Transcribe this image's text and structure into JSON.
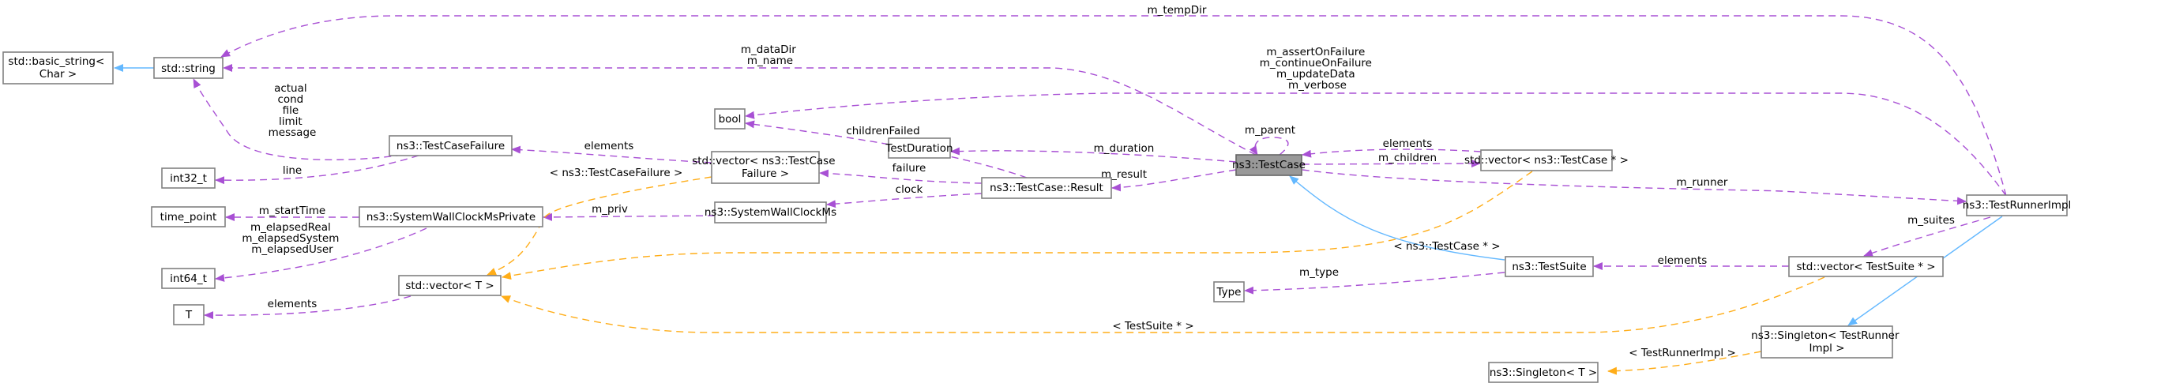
{
  "title": "ns3::TestCase collaboration diagram",
  "colors": {
    "member_edge": "#9A32CD",
    "template_edge": "#FFA500",
    "inheritance_edge": "#63B8FF",
    "node_border": "#808080",
    "highlight_fill": "#999999"
  },
  "nodes": {
    "basic_string": [
      "std::basic_string<",
      "Char >"
    ],
    "string": [
      "std::string"
    ],
    "bool": [
      "bool"
    ],
    "test_case_failure": [
      "ns3::TestCaseFailure"
    ],
    "int32": [
      "int32_t"
    ],
    "vector_failure": [
      "std::vector< ns3::TestCase",
      "Failure >"
    ],
    "test_duration": [
      "TestDuration"
    ],
    "test_case": [
      "ns3::TestCase"
    ],
    "vector_testcase": [
      "std::vector< ns3::TestCase * >"
    ],
    "result": [
      "ns3::TestCase::Result"
    ],
    "time_point": [
      "time_point"
    ],
    "clock_private": [
      "ns3::SystemWallClockMsPrivate"
    ],
    "clock": [
      "ns3::SystemWallClockMs"
    ],
    "int64": [
      "int64_t"
    ],
    "vector_t": [
      "std::vector< T >"
    ],
    "t": [
      "T"
    ],
    "test_suite": [
      "ns3::TestSuite"
    ],
    "type": [
      "Type"
    ],
    "vector_suite": [
      "std::vector< TestSuite * >"
    ],
    "runner_impl": [
      "ns3::TestRunnerImpl"
    ],
    "singleton_runner": [
      "ns3::Singleton< TestRunner",
      "Impl >"
    ],
    "singleton_t": [
      "ns3::Singleton< T >"
    ]
  },
  "edge_labels": {
    "temp_dir": [
      "m_tempDir"
    ],
    "data_dir_name": [
      "m_dataDir",
      "m_name"
    ],
    "string_fields": [
      "actual",
      "cond",
      "file",
      "limit",
      "message"
    ],
    "line": [
      "line"
    ],
    "flags": [
      "m_assertOnFailure",
      "m_continueOnFailure",
      "m_updateData",
      "m_verbose"
    ],
    "children_failed": [
      "childrenFailed"
    ],
    "elements_failure": [
      "elements"
    ],
    "tmpl_failure": [
      "< ns3::TestCaseFailure >"
    ],
    "failure": [
      "failure"
    ],
    "clock": [
      "clock"
    ],
    "m_duration": [
      "m_duration"
    ],
    "m_parent": [
      "m_parent"
    ],
    "elements_tc": [
      "elements"
    ],
    "m_children": [
      "m_children"
    ],
    "m_result": [
      "m_result"
    ],
    "m_runner": [
      "m_runner"
    ],
    "m_start_time": [
      "m_startTime"
    ],
    "elapsed": [
      "m_elapsedReal",
      "m_elapsedSystem",
      "m_elapsedUser"
    ],
    "m_priv": [
      "m_priv"
    ],
    "tmpl_testcase": [
      "< ns3::TestCase * >"
    ],
    "elements_t": [
      "elements"
    ],
    "m_type": [
      "m_type"
    ],
    "elements_suite": [
      "elements"
    ],
    "m_suites": [
      "m_suites"
    ],
    "tmpl_suite": [
      "< TestSuite * >"
    ],
    "tmpl_runner": [
      "< TestRunnerImpl >"
    ]
  }
}
